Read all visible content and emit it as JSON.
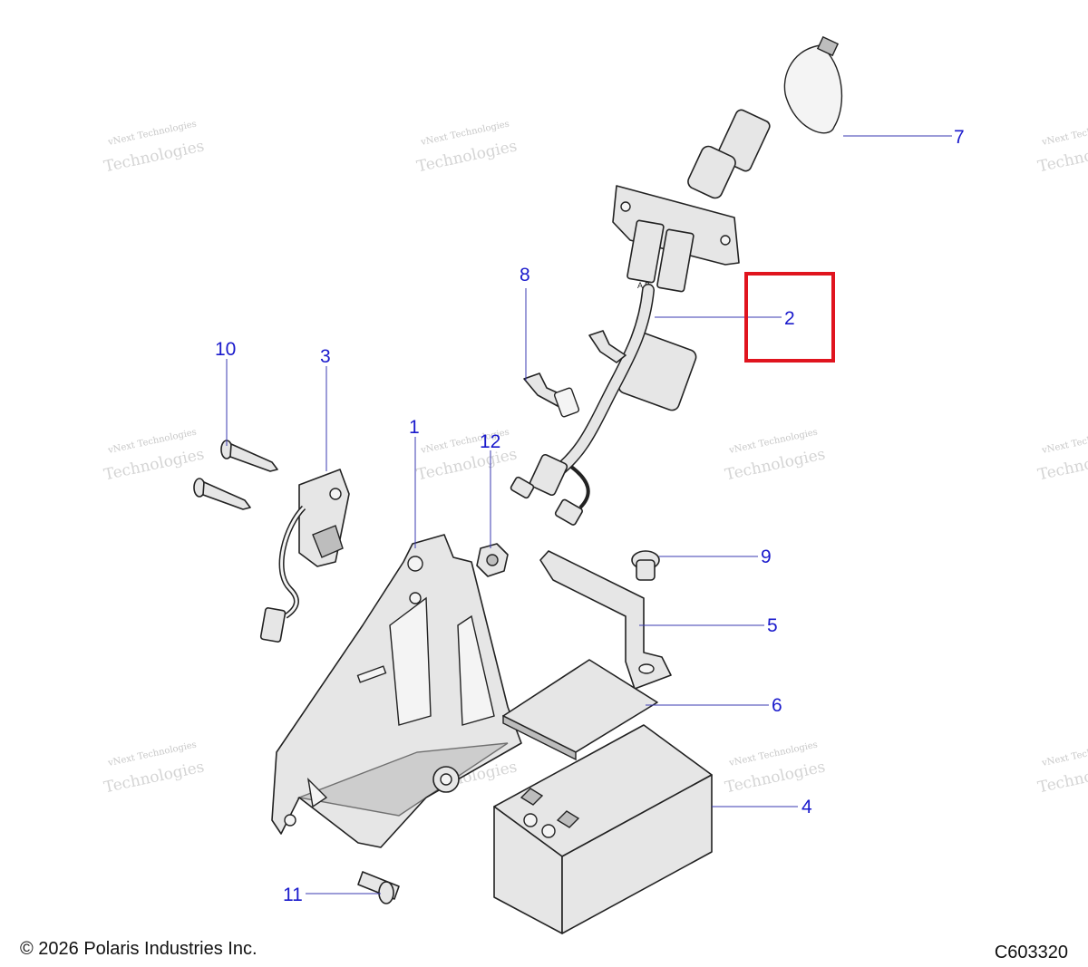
{
  "watermark": {
    "line1": "vNext Technologies",
    "line2": "Technologies",
    "line3": "vNext"
  },
  "callouts": [
    "1",
    "2",
    "3",
    "4",
    "5",
    "6",
    "7",
    "8",
    "9",
    "10",
    "11",
    "12"
  ],
  "footer": {
    "copyright": "© 2026 Polaris Industries Inc.",
    "figure_id": "C603320"
  },
  "colors": {
    "callout": "#1a1acc",
    "highlight": "#e0141e"
  },
  "highlighted_callout": "2"
}
